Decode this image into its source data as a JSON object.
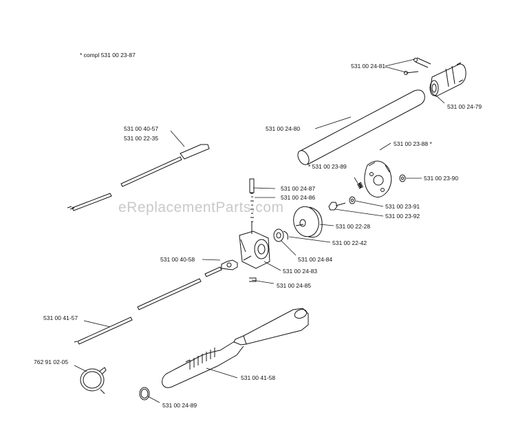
{
  "diagram": {
    "note": "*  compl 531 00 23-87",
    "watermark": "eReplacementParts.com",
    "labels": {
      "p531002481": "531 00 24-81",
      "p531002479": "531 00 24-79",
      "p531002480": "531 00 24-80",
      "p531002388": "531 00 23-88  *",
      "p531002389": "*  531 00 23-89",
      "p531002390": "531 00 23-90",
      "p531004057": "531 00 40-57",
      "p531002235": "531 00 22-35",
      "p531002487": "531 00 24-87",
      "p531002486": "531 00 24-86",
      "p531002391": "531 00 23-91",
      "p531002392": "531 00 23-92",
      "p531002228": "531 00 22-28",
      "p531002242": "531 00 22-42",
      "p531004058": "531 00 40-58",
      "p531002484": "531 00 24-84",
      "p531002483": "531 00 24-83",
      "p531002485": "531 00 24-85",
      "p531004157": "531 00 41-57",
      "p762910205": "762 91 02-05",
      "p531004158": "531 00 41-58",
      "p531002489": "531 00 24-89"
    }
  }
}
